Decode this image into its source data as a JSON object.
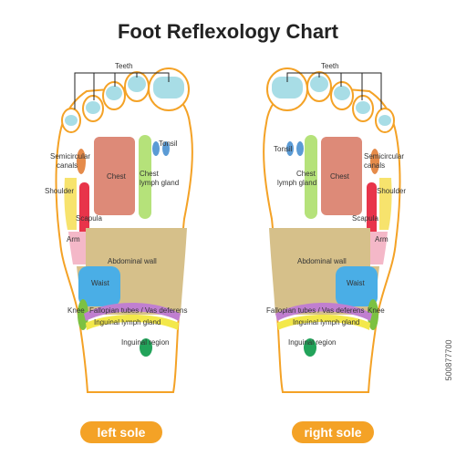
{
  "title": "Foot Reflexology Chart",
  "labels": {
    "teeth": "Teeth",
    "tonsil": "Tonsil",
    "semicircular": "Semicircular",
    "canals": "canals",
    "chest": "Chest",
    "chest_lymph_1": "Chest",
    "chest_lymph_2": "lymph gland",
    "shoulder": "Shoulder",
    "scapula": "Scapula",
    "arm": "Arm",
    "abdominal_wall": "Abdominal wall",
    "waist": "Waist",
    "knee": "Knee",
    "fallopian": "Fallopian tubes / Vas deferens",
    "inguinal_lymph": "Inguinal lymph gland",
    "inguinal_region": "Inguinal region"
  },
  "soles": {
    "left": "left sole",
    "right": "right sole"
  },
  "stock_id": "500877700",
  "colors": {
    "outline": "#f4a226",
    "teeth": "#a8dde6",
    "chest": "#dd8a78",
    "tonsil": "#5b9bd5",
    "chest_lymph": "#b5e27a",
    "semicircular": "#e58b4a",
    "shoulder": "#f7e36d",
    "scapula": "#e8344a",
    "arm": "#f4b8c8",
    "abdominal_wall": "#d6c08a",
    "waist": "#4aaee6",
    "knee": "#7cc142",
    "fallopian": "#c07fd0",
    "inguinal_lymph": "#f3e84a",
    "inguinal_region": "#22a35a"
  }
}
